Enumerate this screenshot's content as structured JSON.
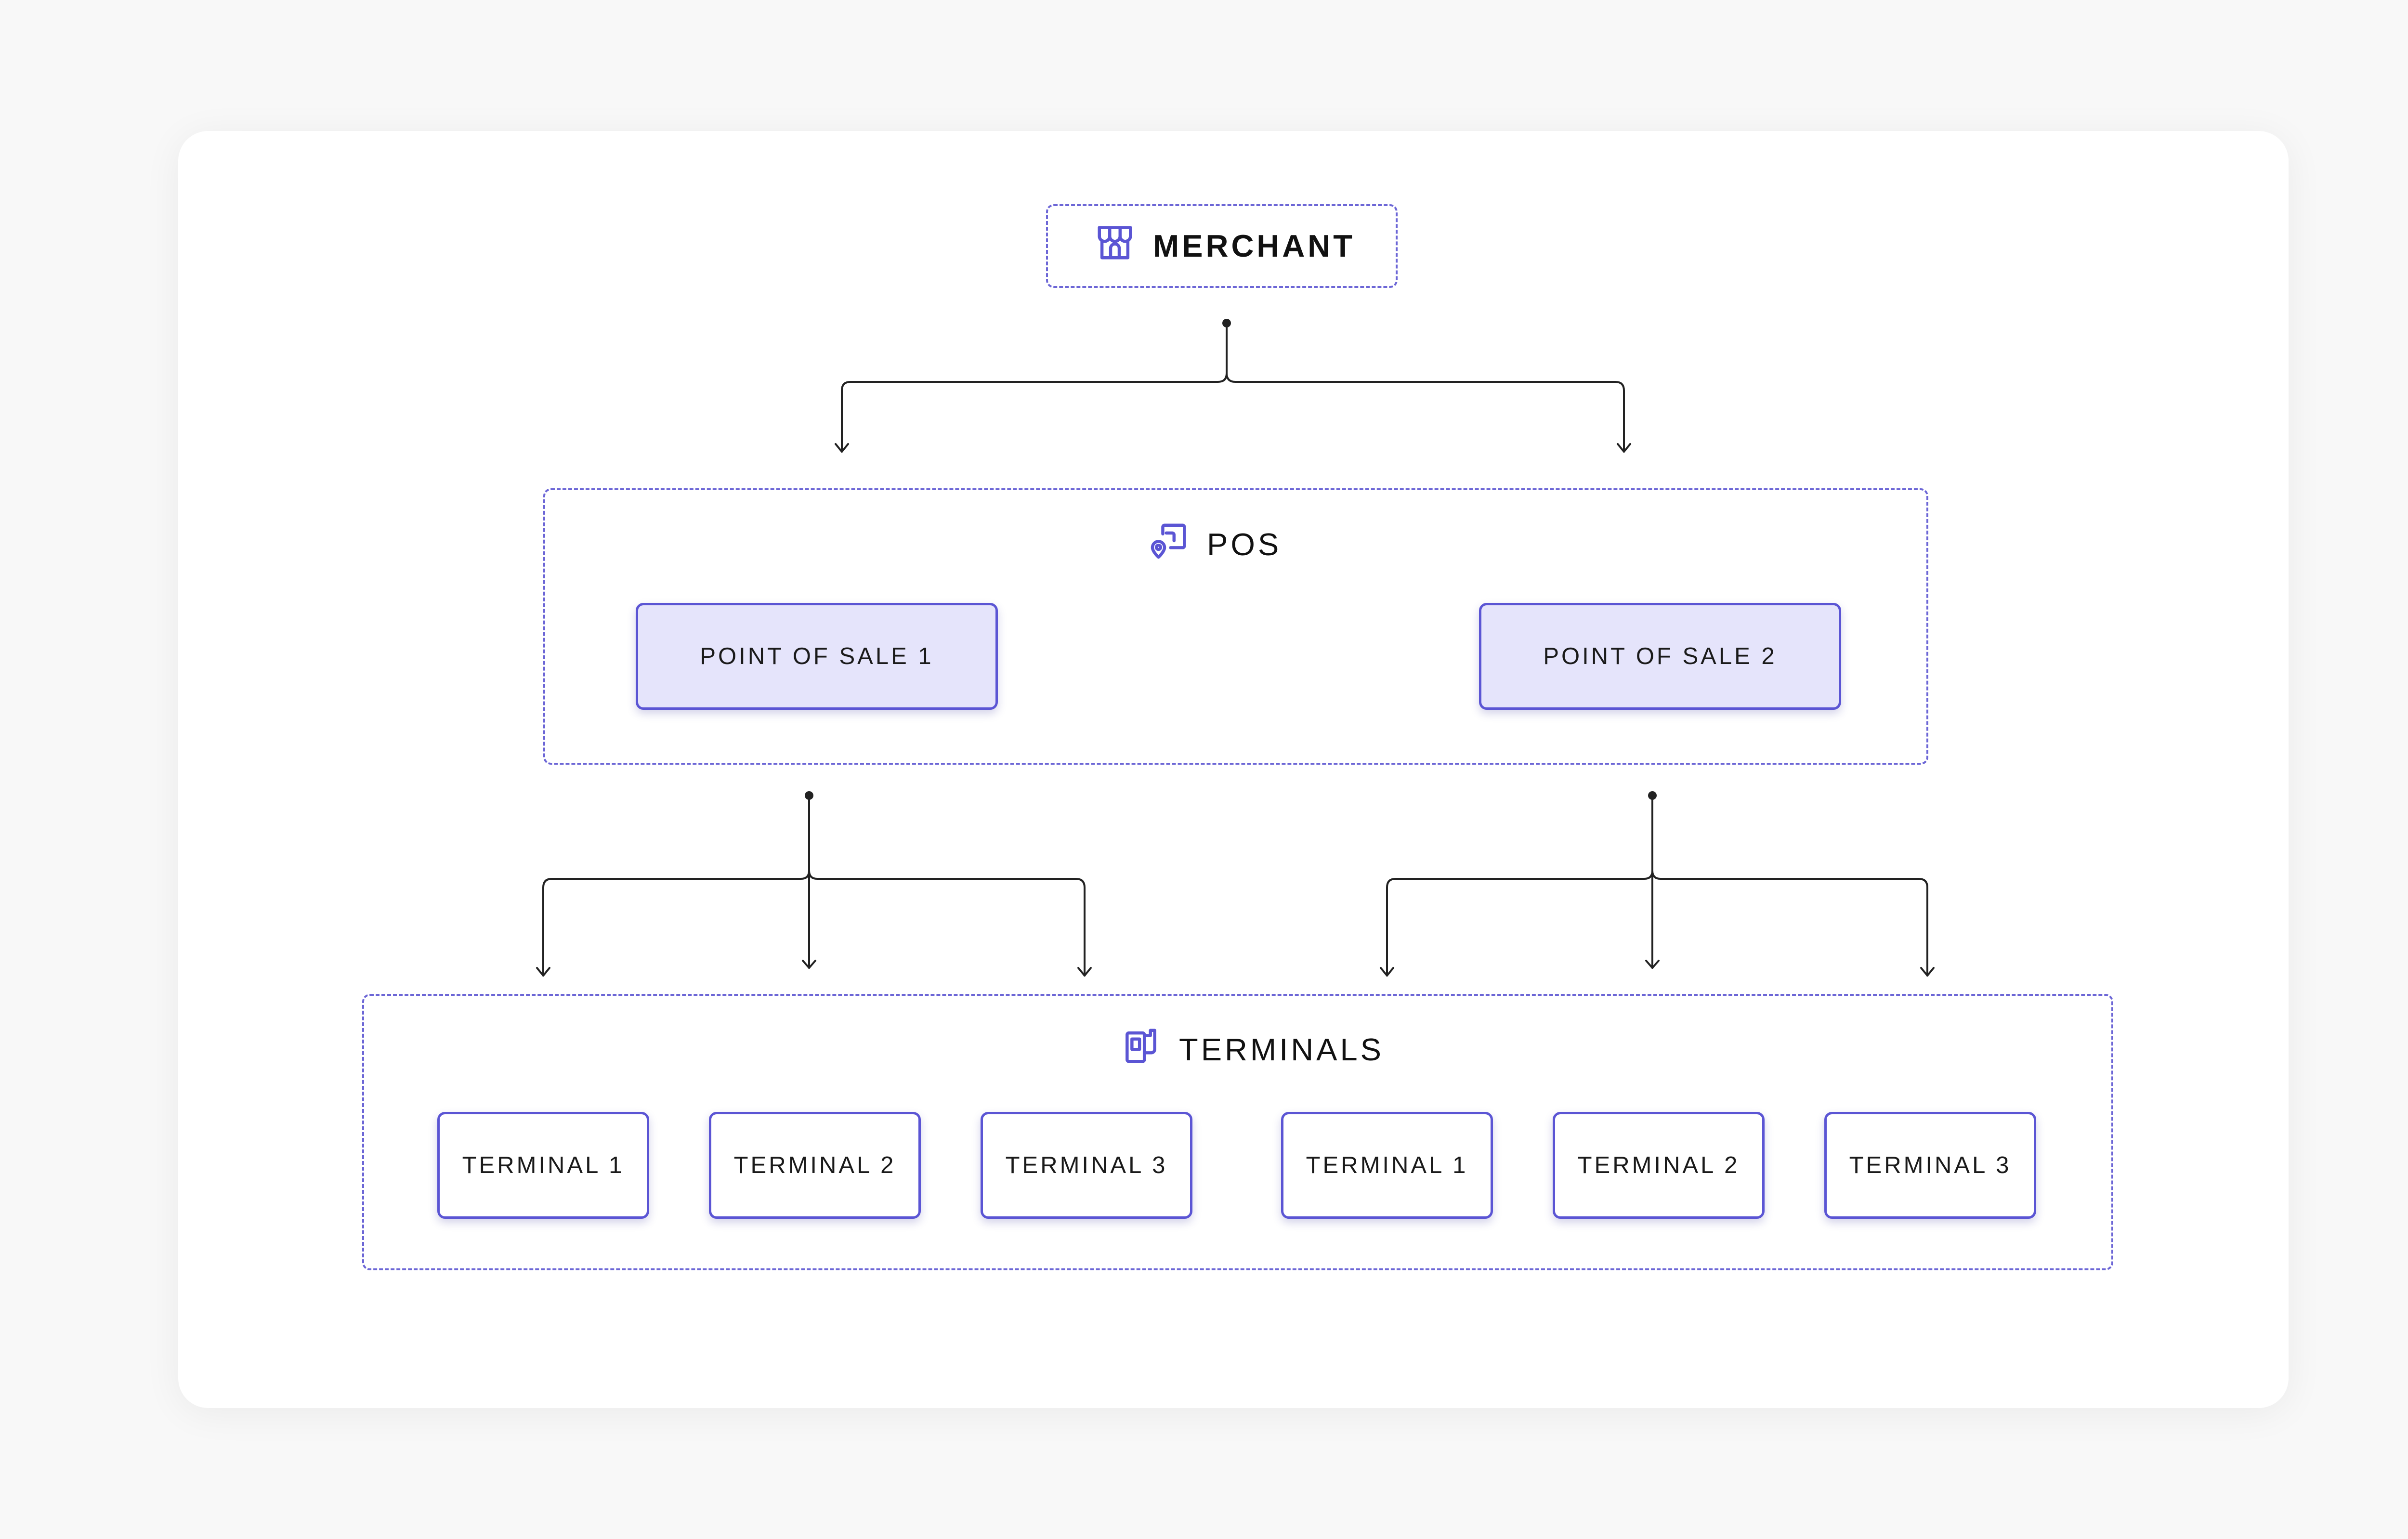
{
  "colors": {
    "accent": "#5b55d4",
    "dashed_border": "#6c66d6",
    "pos_fill": "#e5e4fb",
    "connector": "#222222",
    "card": "#ffffff",
    "page_background": "#f8f8f8"
  },
  "merchant": {
    "label": "MERCHANT",
    "icon": "storefront-icon"
  },
  "pos": {
    "label": "POS",
    "icon": "pos-device-icon",
    "items": [
      {
        "label": "POINT OF SALE 1"
      },
      {
        "label": "POINT OF SALE 2"
      }
    ]
  },
  "terminals": {
    "label": "TERMINALS",
    "icon": "terminal-icon",
    "items": [
      {
        "label": "TERMINAL 1"
      },
      {
        "label": "TERMINAL 2"
      },
      {
        "label": "TERMINAL 3"
      },
      {
        "label": "TERMINAL 1"
      },
      {
        "label": "TERMINAL 2"
      },
      {
        "label": "TERMINAL 3"
      }
    ]
  }
}
